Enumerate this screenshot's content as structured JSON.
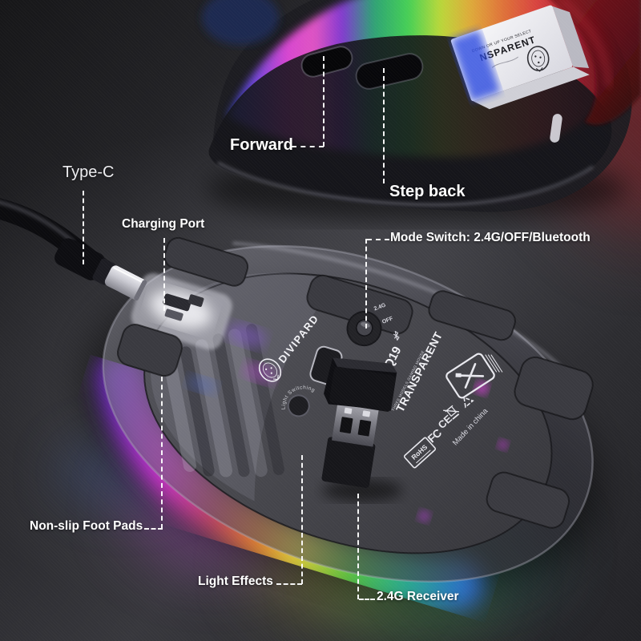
{
  "scene": {
    "description": "Product infographic of DIVIPARD Q19 transparent RGB gaming mouse, bottom view with USB-C cable, second mouse top view behind",
    "colors": {
      "background": "#2a2a2e",
      "label_text": "#ffffff",
      "leader_line_dashed": "#ffffff",
      "red_glow": "#82161c",
      "rgb_glow": [
        "#7b2fd8",
        "#d935d9",
        "#e8822f",
        "#ecd93c",
        "#57c93f",
        "#28b294",
        "#2e6ad8"
      ]
    }
  },
  "callouts": {
    "type_c": {
      "label": "Type-C"
    },
    "charging_port": {
      "label": "Charging Port"
    },
    "forward": {
      "label": "Forward"
    },
    "step_back": {
      "label": "Step back"
    },
    "mode_switch": {
      "label": "Mode Switch: 2.4G/OFF/Bluetooth"
    },
    "foot_pads": {
      "label": "Non-slip Foot Pads"
    },
    "light_effects": {
      "label": "Light Effects"
    },
    "receiver": {
      "label": "2.4G Receiver"
    }
  },
  "mouse_bottom": {
    "brand": "DIVIPARD",
    "model": "Q19",
    "model_name": "TRANSPARENT",
    "tagline": "THREE MODELS GAMING MOUSE",
    "mode_switch": {
      "pos_2_4g": "2.4G",
      "pos_off": "OFF",
      "pos_bluetooth_icon": "bluetooth-icon"
    },
    "light_button_label": "Light Switching",
    "made_in": "Made in china",
    "certs": {
      "fcc": "FC",
      "ce": "CE",
      "rohs": "RoHS"
    }
  },
  "mouse_top": {
    "badge_small_text": "DOWN OR UP YOUR SELECT",
    "badge_text": "NSPARENT"
  },
  "icons": [
    "bluetooth-icon",
    "leopard-logo-icon",
    "weee-crossed-tools-icon",
    "recycle-icon",
    "crossed-bin-icon"
  ]
}
